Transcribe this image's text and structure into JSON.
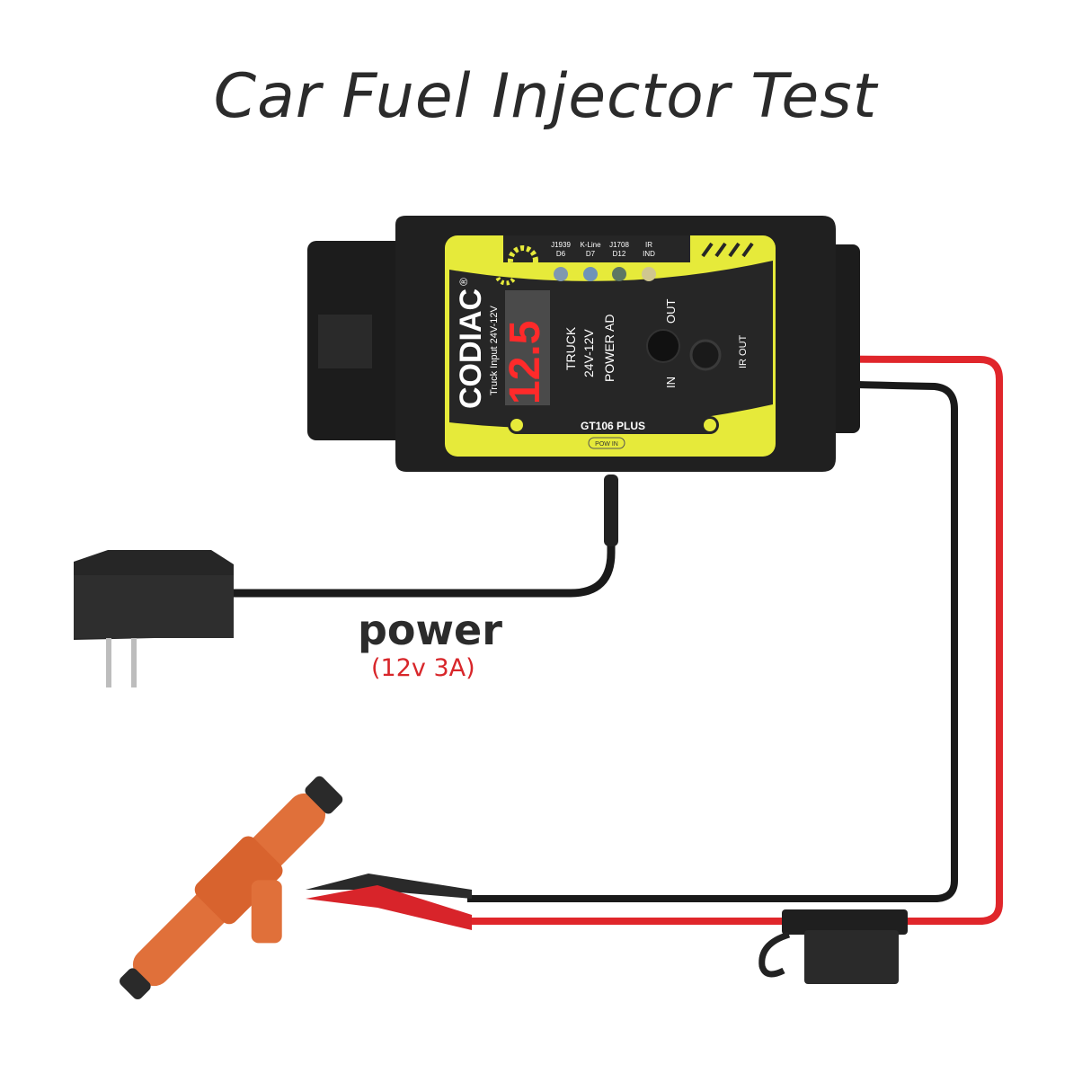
{
  "title": "Car Fuel Injector Test",
  "power": {
    "label": "power",
    "spec": "(12v 3A)"
  },
  "device": {
    "brand": "CODIAC",
    "brand_mark": "®",
    "input_note": "Truck Input 24V-12V",
    "display_value": "12.5",
    "mode_lines": [
      "TRUCK",
      "24V-12V",
      "POWER AD"
    ],
    "model": "GT106 PLUS",
    "pow_in": "POW IN",
    "button_labels": {
      "out": "OUT",
      "in": "IN"
    },
    "ir_out": "IR OUT",
    "leds": [
      {
        "top": "J1939",
        "bottom": "D6",
        "color": "#7f98b0"
      },
      {
        "top": "K-Line",
        "bottom": "D7",
        "color": "#6f93b8"
      },
      {
        "top": "J1708",
        "bottom": "D12",
        "color": "#5d7664"
      },
      {
        "top": "IR",
        "bottom": "IND",
        "color": "#cfc690"
      }
    ]
  },
  "colors": {
    "accent_yellow": "#e6ea3a",
    "red_wire": "#e0262b",
    "black_wire": "#1a1a1a",
    "injector": "#e0703a",
    "display": "#ff2a2a"
  }
}
